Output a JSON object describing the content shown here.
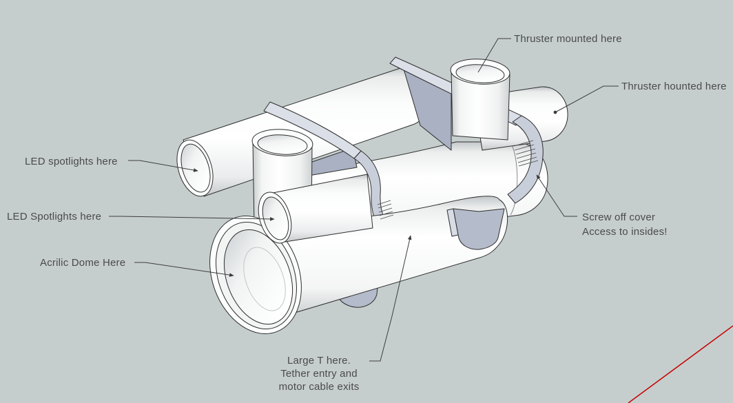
{
  "scene": {
    "app_context": "3D model viewport with annotation callouts",
    "background_color": "#c6cecd",
    "axis_color": "#c40000",
    "outline_color": "#2d2d2d",
    "text_color": "#4a4a4a",
    "bracket_face_color": "#aeb5c5",
    "bracket_edge_color": "#dbdfe8"
  },
  "annotations": {
    "thruster_top": {
      "label": "Thruster mounted here"
    },
    "thruster_right": {
      "label": "Thruster hounted here"
    },
    "led_spotlight_1": {
      "label": "LED spotlights here"
    },
    "led_spotlight_2": {
      "label": "LED Spotlights here"
    },
    "acrylic_dome": {
      "label": "Acrilic Dome Here"
    },
    "screw_cover": {
      "line1": "Screw off cover",
      "line2": "Access to insides!"
    },
    "large_t": {
      "line1": "Large T here.",
      "line2": "Tether entry and",
      "line3": "motor cable exits"
    }
  }
}
